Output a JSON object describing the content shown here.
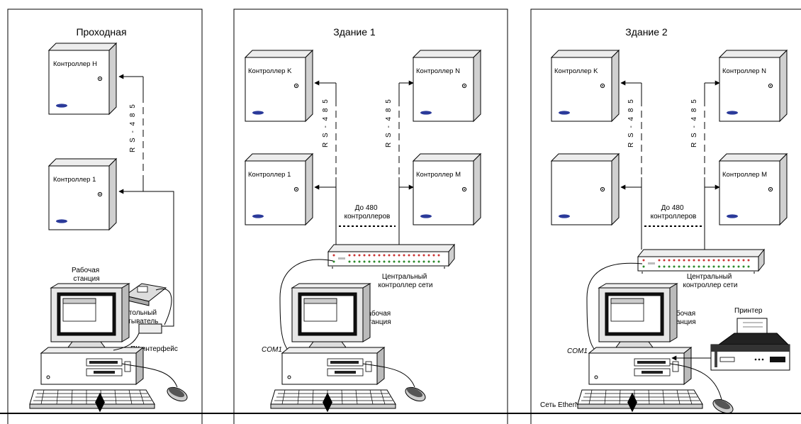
{
  "panels": [
    {
      "title": "Проходная",
      "controllers": [
        "Контроллер Н",
        "Контроллер 1"
      ],
      "bus_label": "R S - 4 8 5",
      "workstation_label": [
        "Рабочая",
        "станция"
      ],
      "desktop_reader_label": [
        "Настольный",
        "считыватель"
      ],
      "pc_interface_label": "ПК интерфейс"
    },
    {
      "title": "Здание 1",
      "controllers": [
        "Контроллер K",
        "Контроллер N",
        "Контроллер 1",
        "Контроллер M"
      ],
      "bus_labels": [
        "R S - 4 8 5",
        "R S - 4 8 5"
      ],
      "up_to_label": [
        "До 480",
        "контроллеров"
      ],
      "central_controller_label": [
        "Центральный",
        "контроллер сети"
      ],
      "workstation_label": [
        "Рабочая",
        "станция"
      ],
      "com_label": "COM1"
    },
    {
      "title": "Здание 2",
      "controllers": [
        "Контроллер K",
        "Контроллер N",
        "",
        "Контроллер M"
      ],
      "bus_labels": [
        "R S - 4 8 5",
        "R S - 4 8 5"
      ],
      "up_to_label": [
        "До 480",
        "контроллеров"
      ],
      "central_controller_label": [
        "Центральный",
        "контроллер сети"
      ],
      "workstation_label": [
        "Рабочая",
        "станция"
      ],
      "printer_label": "Принтер",
      "com_label": "COM1"
    }
  ],
  "network_label": "Сеть EtherNET"
}
